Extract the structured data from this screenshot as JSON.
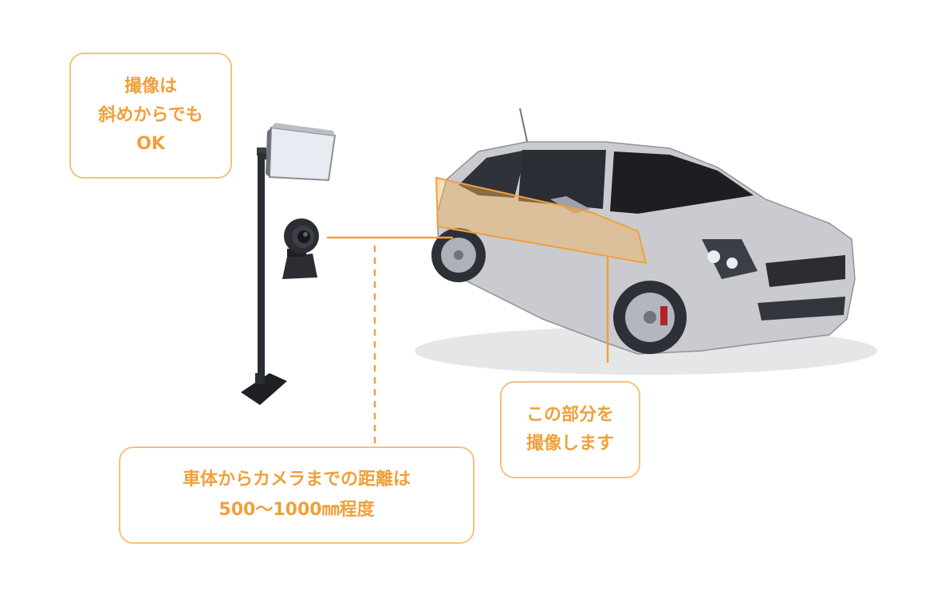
{
  "callouts": {
    "angle": {
      "lines": [
        "撮像は",
        "斜めからでも",
        "OK"
      ]
    },
    "area": {
      "lines": [
        "この部分を",
        "撮像します"
      ]
    },
    "distance": {
      "lines": [
        "車体からカメラまでの距離は",
        "500〜1000㎜程度"
      ]
    }
  },
  "colors": {
    "accent": "#f0a03a",
    "callout_border": "#f5c27a",
    "highlight_fill": "#f5b25c",
    "car_body": "#c9cbd0",
    "stand": "#2a2d33"
  },
  "icons": [
    "light-panel-icon",
    "camera-icon",
    "car-illustration"
  ]
}
